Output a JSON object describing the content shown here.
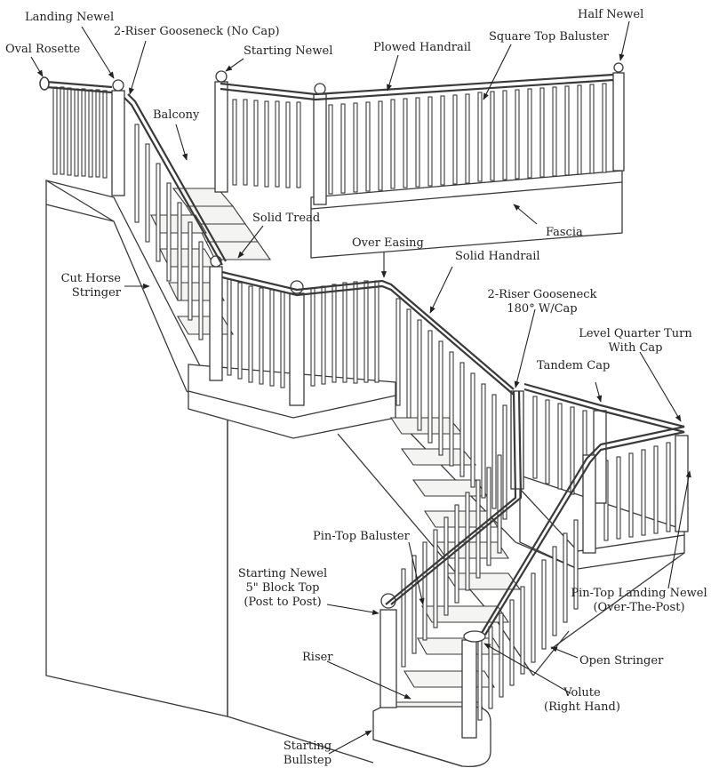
{
  "colors": {
    "ink": "#222222",
    "line": "#3a3a3a",
    "paper": "#ffffff",
    "tread": "#f4f4f2"
  },
  "labels": {
    "landing_newel": "Landing Newel",
    "gooseneck_no_cap": "2-Riser Gooseneck (No Cap)",
    "half_newel": "Half Newel",
    "oval_rosette": "Oval Rosette",
    "starting_newel_top": "Starting Newel",
    "plowed_handrail": "Plowed Handrail",
    "square_top_baluster": "Square Top Baluster",
    "balcony": "Balcony",
    "solid_tread": "Solid Tread",
    "fascia": "Fascia",
    "over_easing": "Over Easing",
    "solid_handrail": "Solid Handrail",
    "cut_horse_stringer_1": "Cut Horse",
    "cut_horse_stringer_2": "Stringer",
    "gooseneck_cap_1": "2-Riser Gooseneck",
    "gooseneck_cap_2": "180° W/Cap",
    "level_quarter_turn_1": "Level Quarter Turn",
    "level_quarter_turn_2": "With Cap",
    "tandem_cap": "Tandem Cap",
    "pin_top_baluster": "Pin-Top Baluster",
    "starting_newel_block_1": "Starting Newel",
    "starting_newel_block_2": "5\" Block Top",
    "starting_newel_block_3": "(Post to Post)",
    "pin_top_landing_newel_1": "Pin-Top Landing Newel",
    "pin_top_landing_newel_2": "(Over-The-Post)",
    "riser": "Riser",
    "open_stringer": "Open Stringer",
    "volute_1": "Volute",
    "volute_2": "(Right Hand)",
    "starting_bullstep_1": "Starting",
    "starting_bullstep_2": "Bullstep"
  }
}
